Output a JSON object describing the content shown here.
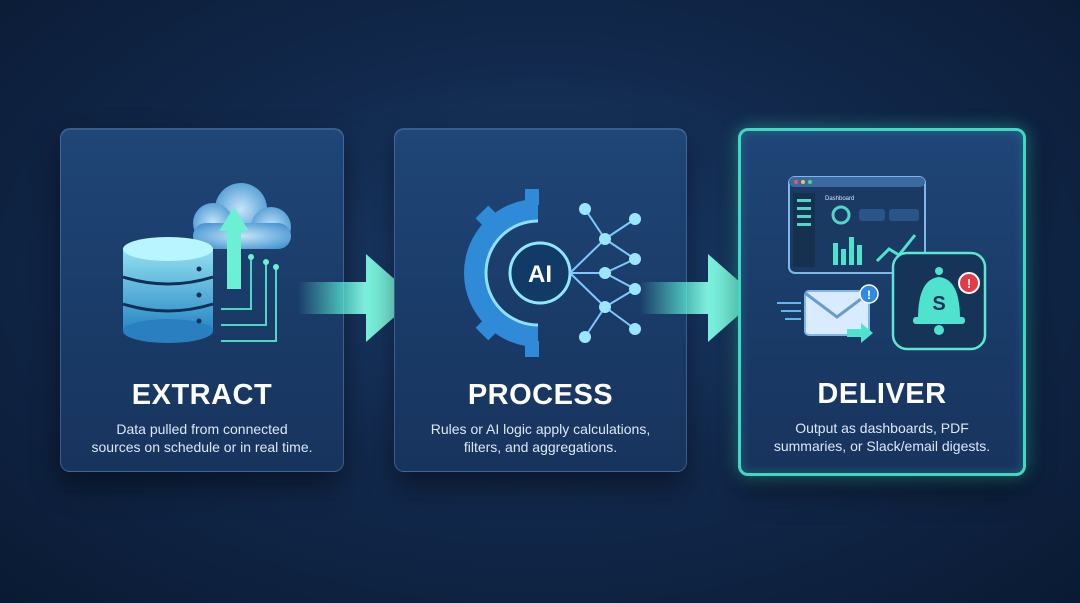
{
  "steps": [
    {
      "title": "EXTRACT",
      "description_line1": "Data pulled from connected",
      "description_line2": "sources on schedule or in real time.",
      "icon": "database-cloud-upload-icon"
    },
    {
      "title": "PROCESS",
      "description_line1": "Rules or AI logic apply calculations,",
      "description_line2": "filters, and aggregations.",
      "icon": "gear-ai-network-icon",
      "badge": "AI"
    },
    {
      "title": "DELIVER",
      "description_line1": "Output as dashboards, PDF",
      "description_line2": "summaries, or Slack/email digests.",
      "icon": "dashboard-email-slack-icon",
      "dashboard_label": "Dashboard",
      "notification_badge": "!",
      "slack_letter": "S"
    }
  ],
  "colors": {
    "accent": "#3fd8c0",
    "card_bg": "#1d416f",
    "background": "#12294d",
    "alert": "#e63946"
  }
}
